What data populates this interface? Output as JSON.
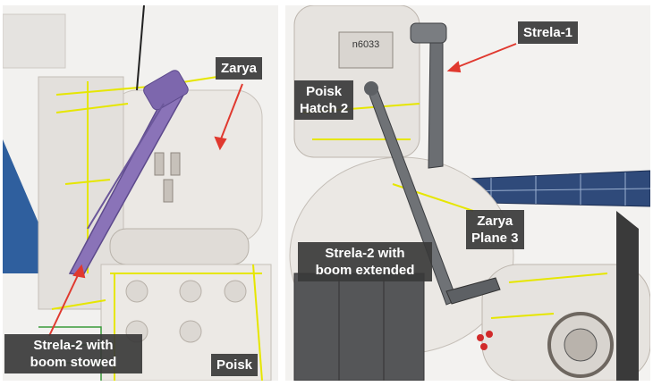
{
  "labels": {
    "zarya": "Zarya",
    "strela2_stowed": "Strela-2 with\nboom stowed",
    "poisk_left": "Poisk",
    "strela1": "Strela-1",
    "poisk_hatch2": "Poisk\nHatch 2",
    "zarya_plane3": "Zarya\nPlane 3",
    "strela2_extended": "Strela-2 with\nboom extended",
    "hatch_id": "n6033"
  },
  "colors": {
    "label_bg": "#3a3a3a",
    "arrow": "#e0392f",
    "boom_stowed": "#8a73b8",
    "structure_yellow": "#e6e600",
    "solar_panel": "#2f4a7a",
    "module_body": "#e8e5e2"
  }
}
